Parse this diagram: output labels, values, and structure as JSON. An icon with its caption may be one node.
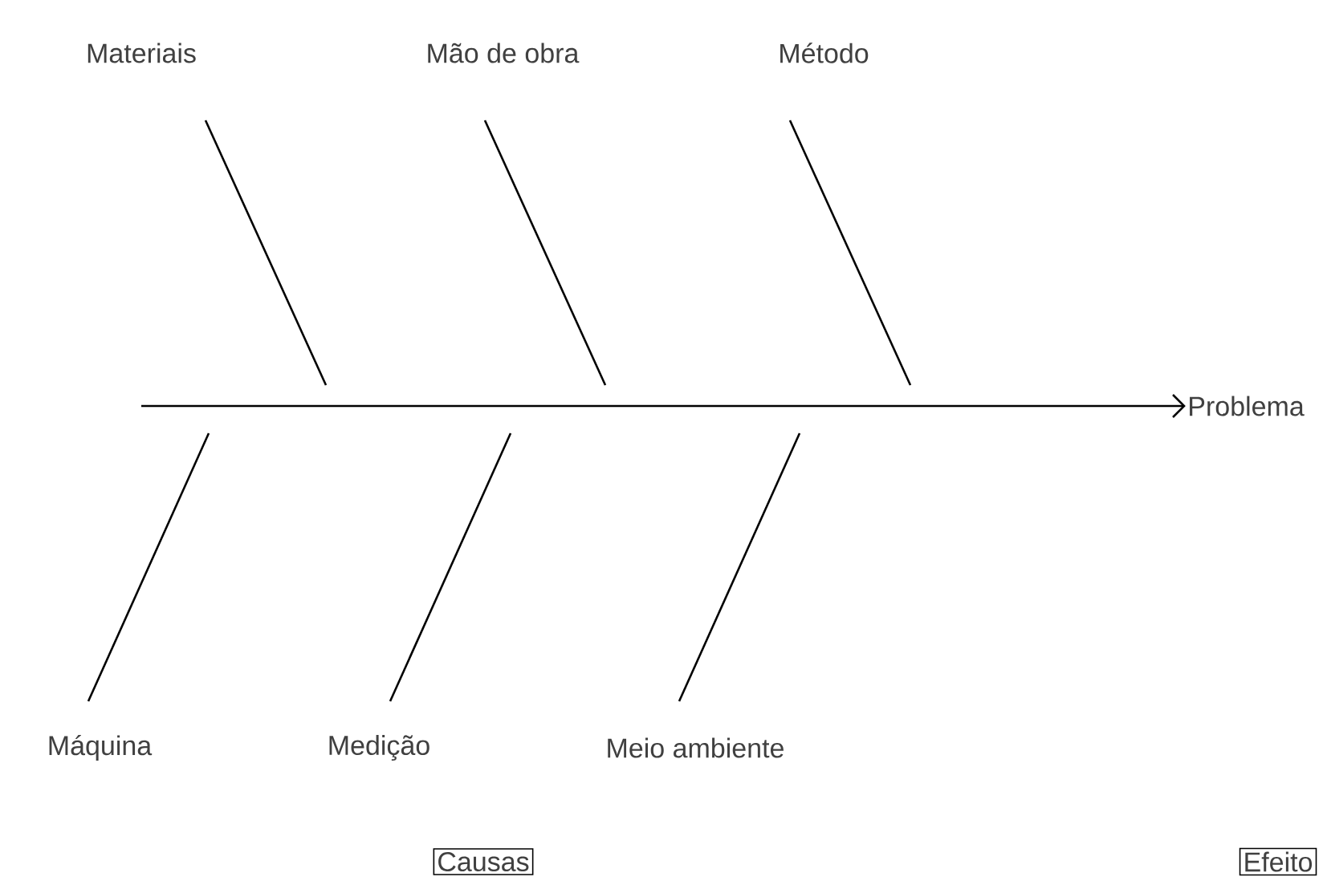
{
  "diagram": {
    "nodes": [
      {
        "text": [
          "Materiais"
        ]
      },
      {
        "text": [
          "Mão de obra"
        ]
      },
      {
        "text": [
          "Método"
        ]
      },
      {
        "text": [
          "Máquina"
        ]
      },
      {
        "text": [
          "Medição"
        ]
      },
      {
        "text": [
          "Meio ambiente"
        ]
      },
      {
        "text": [
          "Problema"
        ]
      },
      {
        "text": [
          "Causas"
        ]
      },
      {
        "text": [
          "Efeito"
        ]
      }
    ],
    "edges": [
      {
        "from": null,
        "to": 6,
        "arrow": "to"
      },
      {
        "from": 0,
        "to": null,
        "arrow": "none"
      },
      {
        "from": 1,
        "to": null,
        "arrow": "none"
      },
      {
        "from": 2,
        "to": null,
        "arrow": "none"
      },
      {
        "from": 3,
        "to": null,
        "arrow": "none"
      },
      {
        "from": 4,
        "to": null,
        "arrow": "none"
      },
      {
        "from": 5,
        "to": null,
        "arrow": "none"
      }
    ]
  }
}
